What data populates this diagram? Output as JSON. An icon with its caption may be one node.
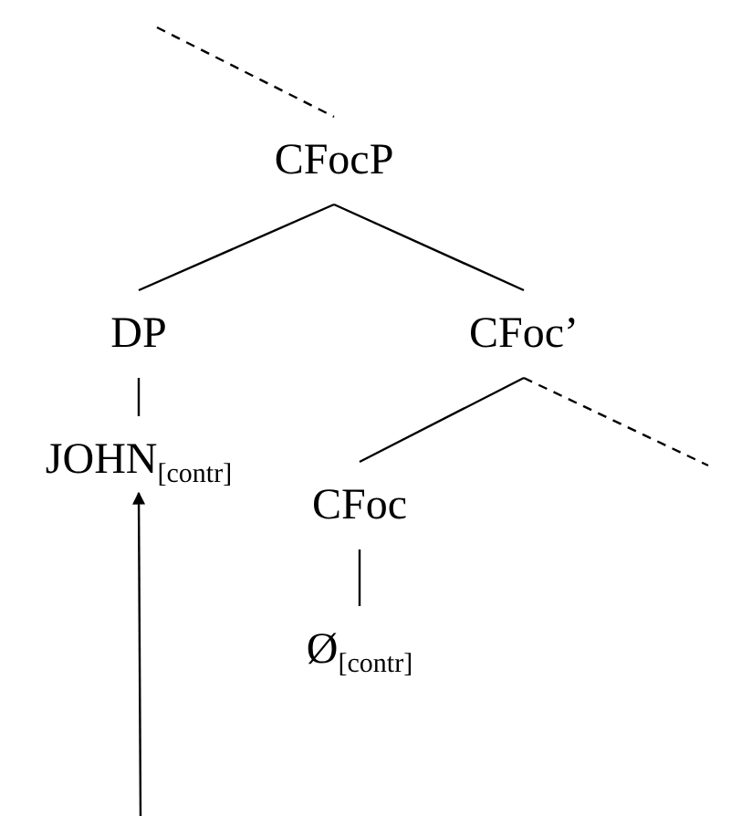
{
  "diagram": {
    "nodes": [
      {
        "text": [
          "CFocP"
        ]
      },
      {
        "text": [
          "DP"
        ]
      },
      {
        "text": [
          "CFoc’"
        ]
      },
      {
        "text": [
          "JOHN$_{[contr]}$"
        ]
      },
      {
        "text": [
          "CFoc"
        ]
      },
      {
        "text": [
          "Ø$_{[contr]}$"
        ]
      }
    ],
    "edges": [
      {
        "from": null,
        "to": 0,
        "arrow": "none",
        "style": "dashed"
      },
      {
        "from": 0,
        "to": 1,
        "arrow": "none"
      },
      {
        "from": 0,
        "to": 2,
        "arrow": "none"
      },
      {
        "from": 1,
        "to": 3,
        "arrow": "none"
      },
      {
        "from": 2,
        "to": 4,
        "arrow": "none"
      },
      {
        "from": 2,
        "to": null,
        "arrow": "none",
        "style": "dashed"
      },
      {
        "from": 4,
        "to": 5,
        "arrow": "none"
      },
      {
        "from": null,
        "to": 3,
        "arrow": "to"
      }
    ]
  }
}
